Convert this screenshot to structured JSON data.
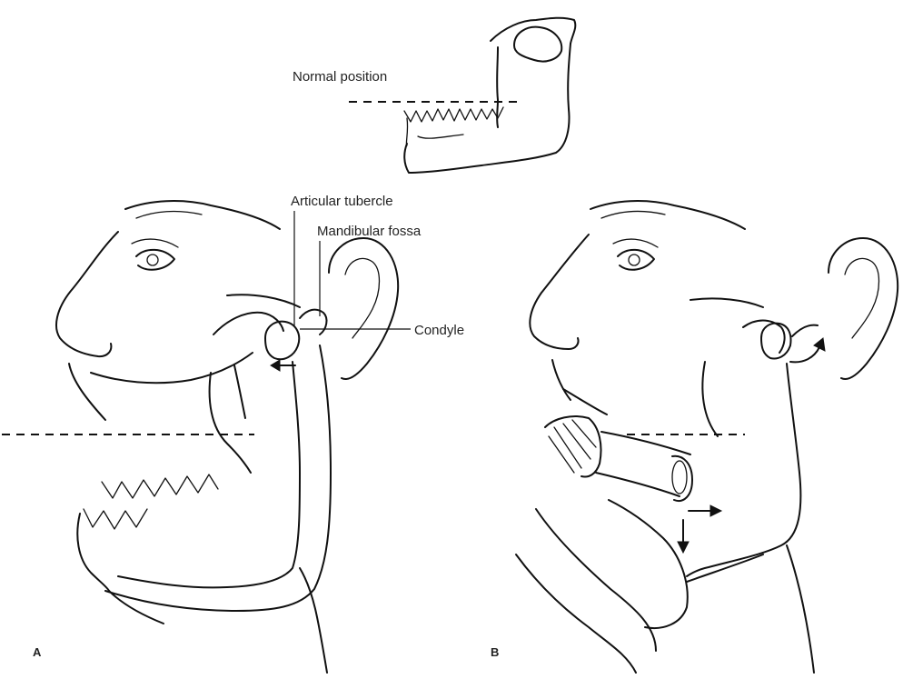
{
  "labels": {
    "normal_position": "Normal position",
    "articular_tubercle": "Articular tubercle",
    "mandibular_fossa": "Mandibular fossa",
    "condyle": "Condyle"
  },
  "panels": {
    "a": "A",
    "b": "B"
  },
  "colors": {
    "ink": "#111111",
    "background": "#ffffff"
  }
}
